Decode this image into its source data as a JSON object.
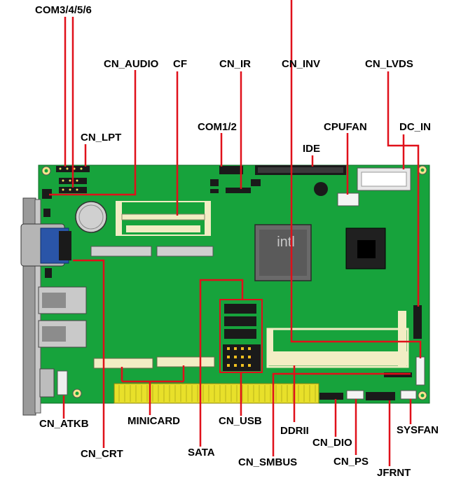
{
  "diagram": {
    "labels": {
      "com3456": "COM3/4/5/6",
      "cn_audio": "CN_AUDIO",
      "cf": "CF",
      "cn_ir": "CN_IR",
      "cn_inv": "CN_INV",
      "cn_lvds": "CN_LVDS",
      "cn_lpt": "CN_LPT",
      "com12": "COM1/2",
      "cpufan": "CPUFAN",
      "dc_in": "DC_IN",
      "ide": "IDE",
      "cn_atkb": "CN_ATKB",
      "minicard": "MINICARD",
      "cn_usb": "CN_USB",
      "ddrii": "DDRII",
      "sysfan": "SYSFAN",
      "cn_dio": "CN_DIO",
      "cn_crt": "CN_CRT",
      "sata": "SATA",
      "cn_ps": "CN_PS",
      "cn_smbus": "CN_SMBUS",
      "jfrnt": "JFRNT"
    },
    "chip_logo_text": "intl",
    "colors": {
      "board": "#17a33c",
      "leader_line": "#e0101a",
      "connector_dark": "#1a1a1a",
      "pci_gold": "#e8e02a",
      "slot_cream": "#f2edc4"
    }
  }
}
